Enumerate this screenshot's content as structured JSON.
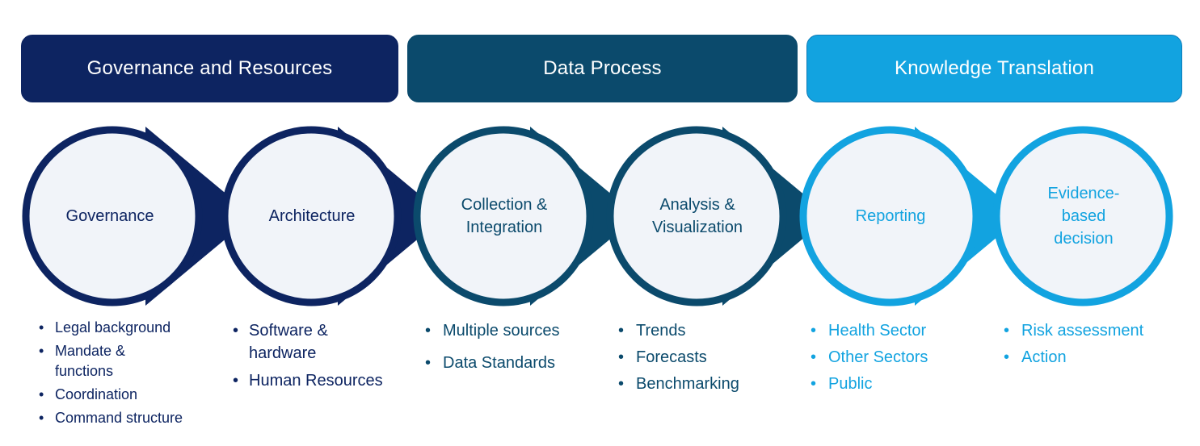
{
  "colors": {
    "navy": "#0d2461",
    "teal": "#0b4a6c",
    "sky": "#12a3e0",
    "sky_border": "#0f7cb8",
    "circle_fill": "#f1f4f9"
  },
  "headers": [
    {
      "title": "Governance and Resources",
      "color": "#0d2461"
    },
    {
      "title": "Data Process",
      "color": "#0b4a6c"
    },
    {
      "title": "Knowledge Translation",
      "color": "#12a3e0"
    }
  ],
  "stages": [
    {
      "label": "Governance",
      "color": "#0d2461",
      "items": [
        "Legal background",
        "Mandate &\nfunctions",
        "Coordination",
        "Command structure"
      ]
    },
    {
      "label": "Architecture",
      "color": "#0d2461",
      "items": [
        "Software &\nhardware",
        "Human Resources"
      ]
    },
    {
      "label": "Collection &\nIntegration",
      "color": "#0b4a6c",
      "items": [
        "Multiple sources",
        "Data Standards"
      ]
    },
    {
      "label": "Analysis &\nVisualization",
      "color": "#0b4a6c",
      "items": [
        "Trends",
        "Forecasts",
        "Benchmarking"
      ]
    },
    {
      "label": "Reporting",
      "color": "#12a3e0",
      "items": [
        "Health Sector",
        "Other Sectors",
        "Public"
      ]
    },
    {
      "label": "Evidence-\nbased\ndecision",
      "color": "#12a3e0",
      "items": [
        "Risk assessment",
        "Action"
      ]
    }
  ]
}
